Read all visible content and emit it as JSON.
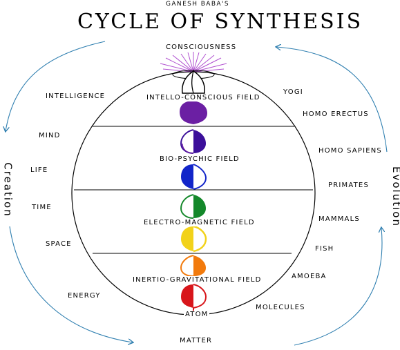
{
  "subtitle": "Ganesh Baba's",
  "title": "Cycle of Synthesis",
  "top_label": "Consciousness",
  "bottom_label": "Matter",
  "left_side_label": "Creation",
  "right_side_label": "Evolution",
  "fields": [
    "Intello-Conscious Field",
    "Bio-Psychic Field",
    "Electro-Magnetic Field",
    "Inertio-Gravitational Field",
    "Atom"
  ],
  "left_labels": [
    "Intelligence",
    "Mind",
    "Life",
    "Time",
    "Space",
    "Energy"
  ],
  "right_labels": [
    "Yogi",
    "Homo Erectus",
    "Homo Sapiens",
    "Primates",
    "Mammals",
    "Fish",
    "Amoeba",
    "Molecules"
  ],
  "colors": {
    "arrows": "#2f7fb0",
    "violet": "#6b1fa3",
    "indigo": "#3b0f9a",
    "blue": "#1225c9",
    "green": "#14882a",
    "yellow": "#f2d21a",
    "orange": "#f27a0c",
    "red": "#d8161b",
    "rays": "#b04fd0"
  }
}
